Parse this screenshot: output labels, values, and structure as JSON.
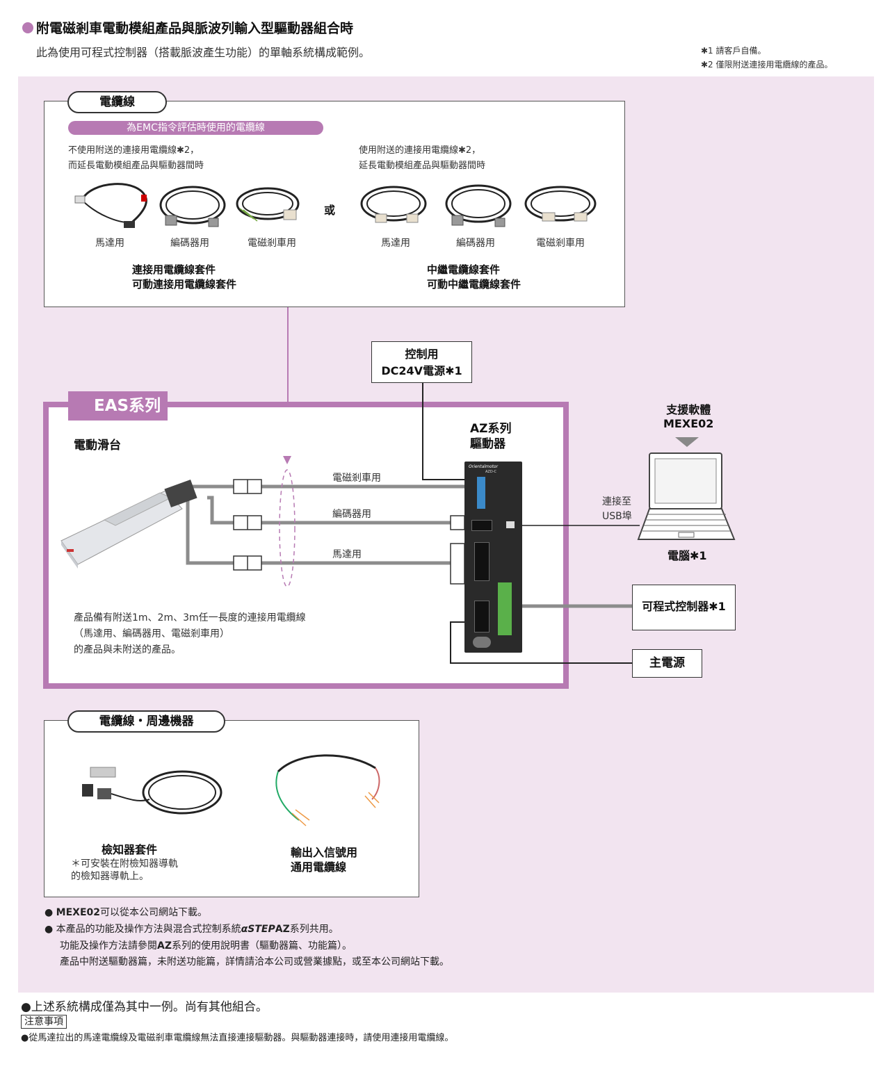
{
  "header": {
    "title": "附電磁剎車電動模組產品與脈波列輸入型驅動器組合時",
    "subtitle": "此為使用可程式控制器（搭載脈波產生功能）的單軸系統構成範例。",
    "note1": "✱1 請客戶自備。",
    "note2": "✱2 僅限附送連接用電纜線的產品。"
  },
  "cable_section": {
    "tab": "電纜線",
    "emc_bar": "為EMC指令評估時使用的電纜線",
    "left_desc_1": "不使用附送的連接用電纜線✱2，",
    "left_desc_2": "而延長電動模組產品與驅動器間時",
    "right_desc_1": "使用附送的連接用電纜線✱2，",
    "right_desc_2": "延長電動模組產品與驅動器間時",
    "or": "或",
    "left_cables": [
      "馬達用",
      "編碼器用",
      "電磁剎車用"
    ],
    "right_cables": [
      "馬達用",
      "編碼器用",
      "電磁剎車用"
    ],
    "left_kit_1": "連接用電纜線套件",
    "left_kit_2": "可動連接用電纜線套件",
    "right_kit_1": "中繼電纜線套件",
    "right_kit_2": "可動中繼電纜線套件"
  },
  "system": {
    "power_ctrl_1": "控制用",
    "power_ctrl_2": "DC24V電源✱1",
    "eas_tab": "EAS系列",
    "slide_label": "電動滑台",
    "driver_label_1": "AZ系列",
    "driver_label_2": "驅動器",
    "driver_brand": "Orientalmotor",
    "driver_model": "AZD-C",
    "line_brake": "電磁剎車用",
    "line_encoder": "編碼器用",
    "line_motor": "馬達用",
    "software_1": "支援軟體",
    "software_2": "MEXE02",
    "usb_1": "連接至",
    "usb_2": "USB埠",
    "pc_label": "電腦✱1",
    "plc": "可程式控制器✱1",
    "main_power": "主電源",
    "note_1": "產品備有附送1m、2m、3m任一長度的連接用電纜線",
    "note_2": "（馬達用、編碼器用、電磁剎車用）",
    "note_3": "的產品與未附送的產品。"
  },
  "peripheral": {
    "tab": "電纜線・周邊機器",
    "sensor_kit": "檢知器套件",
    "sensor_note_1": "＊可安裝在附檢知器導軌",
    "sensor_note_2": "的檢知器導軌上。",
    "io_cable_1": "輸出入信號用",
    "io_cable_2": "通用電纜線"
  },
  "bullets": {
    "b1_bold": "MEXE02",
    "b1_text": "可以從本公司網站下載。",
    "b2_text_a": "本產品的功能及操作方法與混合式控制系統",
    "b2_logo": "αSTEP",
    "b2_bold": "AZ",
    "b2_text_b": "系列共用。",
    "b3_text_a": "功能及操作方法請參閱",
    "b3_bold": "AZ",
    "b3_text_b": "系列的使用說明書（驅動器篇、功能篇）。",
    "b4_text": "產品中附送驅動器篇，未附送功能篇，詳情請洽本公司或營業據點，或至本公司網站下載。"
  },
  "footer": {
    "line1": "●上述系統構成僅為其中一例。尚有其他組合。",
    "caution": "注意事項",
    "line2": "●從馬達拉出的馬達電纜線及電磁剎車電纜線無法直接連接驅動器。與驅動器連接時，請使用連接用電纜線。"
  },
  "colors": {
    "accent": "#b77ab3",
    "panel_bg": "#f2e4f0",
    "cable_gray": "#8c8c8c"
  }
}
